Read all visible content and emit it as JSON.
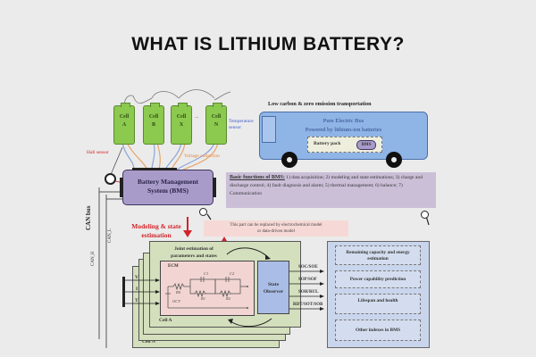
{
  "slide": {
    "title": "WHAT IS LITHIUM BATTERY?"
  },
  "cells": [
    {
      "line1": "Cell",
      "line2": "A"
    },
    {
      "line1": "Cell",
      "line2": "B"
    },
    {
      "line1": "Cell",
      "line2": "X"
    },
    {
      "line1": "Cell",
      "line2": "N"
    }
  ],
  "cells_ellipsis": "...",
  "sensors": {
    "temperature": "Temperature sensor",
    "hall": "Hall sensor",
    "voltage": "Voltage collection"
  },
  "bus": {
    "heading": "Low carbon & zero emission transportation",
    "line1": "Pure Electric Bus",
    "line2": "Powered by lithium-ion batteries",
    "battery_pack": "Battery pack",
    "bms_badge": "BMS"
  },
  "bms": {
    "line1": "Battery Management",
    "line2": "System (BMS)"
  },
  "basic_functions": {
    "heading": "Basic functions of BMS:",
    "text": " 1) data acquisition; 2) modeling and state estimations; 3) charge and discharge control; 4) fault diagnosis and alarm; 5) thermal management; 6) balance; 7) Communication"
  },
  "can": {
    "bus_label": "CAN bus",
    "h_label": "CAN_H",
    "l_label": "CAN_L"
  },
  "modeling": {
    "line1": "Modeling & state",
    "line2": "estimation"
  },
  "replace_note": {
    "line1": "This part can be replaced by  electrochemical model",
    "line2": "or data-driven model"
  },
  "estimation": {
    "joint_line1": "Joint estimation of",
    "joint_line2": "parameters and states",
    "ecm_label": "ECM",
    "r0": "R0",
    "r1": "R1",
    "r2": "R2",
    "c1": "C1",
    "c2": "C2",
    "ocv": "OCV",
    "observer_line1": "State",
    "observer_line2": "Observer",
    "cell_a": "Cell A",
    "cell_n": "Cell N",
    "inputs": [
      "V",
      "I",
      "T"
    ]
  },
  "outputs": {
    "signals": [
      "SOC/SOE",
      "SOP/SOF",
      "SOH/RUL",
      "RDT/SOT/SOB"
    ],
    "boxes": [
      "Remaining capacity and energy estimation",
      "Power capability prediction",
      "Lifespan and health",
      "Other indexes in BMS"
    ]
  }
}
